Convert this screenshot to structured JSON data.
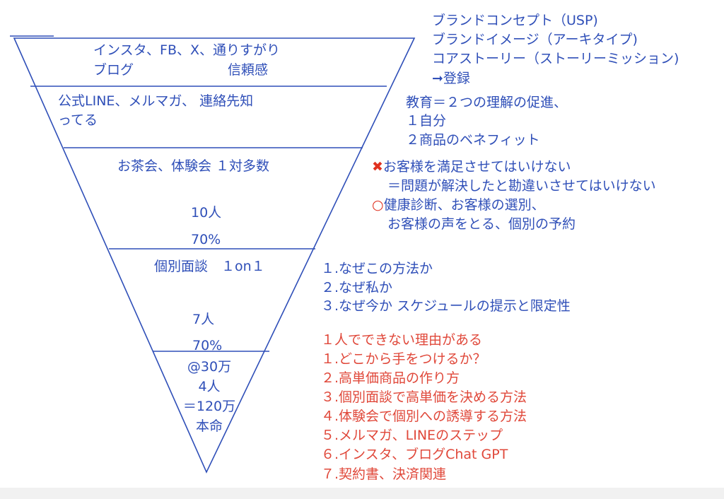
{
  "funnel": {
    "tier1": {
      "line1": "インスタ、FB、X、通りすがり",
      "line2a": "ブログ",
      "line2b": "信頼感"
    },
    "tier2": {
      "line1": "公式LINE、メルマガ、 連絡先知",
      "line2": "ってる"
    },
    "tier3": {
      "title": "お茶会、体験会 １対多数",
      "count": "10人",
      "rate": "70%"
    },
    "tier4": {
      "title": "個別面談　１on１",
      "count": "7人",
      "rate": "70%"
    },
    "tier5": {
      "price": "@30万",
      "count": "4人",
      "total": "＝120万",
      "label": "本命"
    }
  },
  "notes": {
    "top": [
      "ブランドコンセプト（USP)",
      "ブランドイメージ（アーキタイプ)",
      "コアストーリー（ストーリーミッション)",
      "➞登録"
    ],
    "education": [
      "教育＝２つの理解の促進、",
      "１自分",
      "２商品のベネフィット"
    ],
    "x_mark": "✖",
    "x_line1": "お客様を満足させてはいけない",
    "x_line2": "＝問題が解決したと勘違いさせてはいけない",
    "o_mark": "○",
    "o_line1": "健康診断、お客様の選別、",
    "o_line2": "お客様の声をとる、個別の予約",
    "reasons": [
      "１.なぜこの方法か",
      "２.なぜ私か",
      "３.なぜ今か スケジュールの提示と限定性"
    ],
    "red_list": [
      "１人でできない理由がある",
      "１.どこから手をつけるか？",
      "２.高単価商品の作り方",
      "３.個別面談で高単価を決める方法",
      "４.体験会で個別への誘導する方法",
      "５.メルマガ、LINEのステップ",
      "６.インスタ、ブログChat GPT",
      "７.契約書、決済関連"
    ]
  },
  "colors": {
    "line": "#2f4fb8",
    "text_blue": "#2f4fb8",
    "text_red": "#e0483a",
    "mark_red": "#e0311f"
  }
}
